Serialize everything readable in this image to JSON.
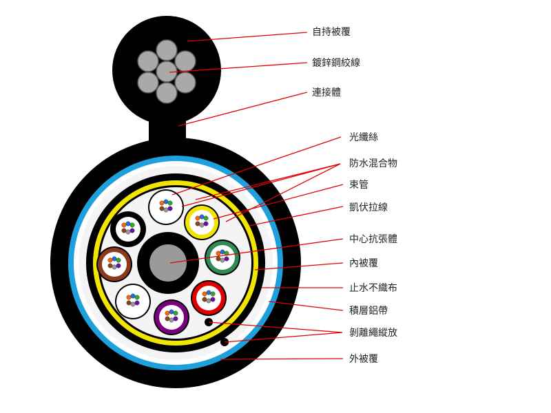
{
  "diagram": {
    "labels": [
      "自持被覆",
      "鍍鋅鋼絞線",
      "連接體",
      "光纖絲",
      "防水混合物",
      "束管",
      "凱伏拉線",
      "中心抗張體",
      "內被覆",
      "止水不織布",
      "積層鋁帶",
      "剝離繩縱放",
      "外被覆"
    ],
    "tube_colors": [
      "#ffffff",
      "#f2e600",
      "#2e8b57",
      "#e00000",
      "#7a0080",
      "#ffffff",
      "#8b3a1a",
      "#000000"
    ],
    "fiber_colors": [
      "#ff6600",
      "#1e6fd9",
      "#2eaa2e",
      "#8b4513",
      "#9a9a9a",
      "#6a0dad"
    ],
    "colors": {
      "cable_black": "#000000",
      "strand_gray": "#a9a9a9",
      "inner_white": "#f4f4f4",
      "aluminum_blue": "#1ea0dc",
      "leader_red": "#e00000"
    }
  }
}
